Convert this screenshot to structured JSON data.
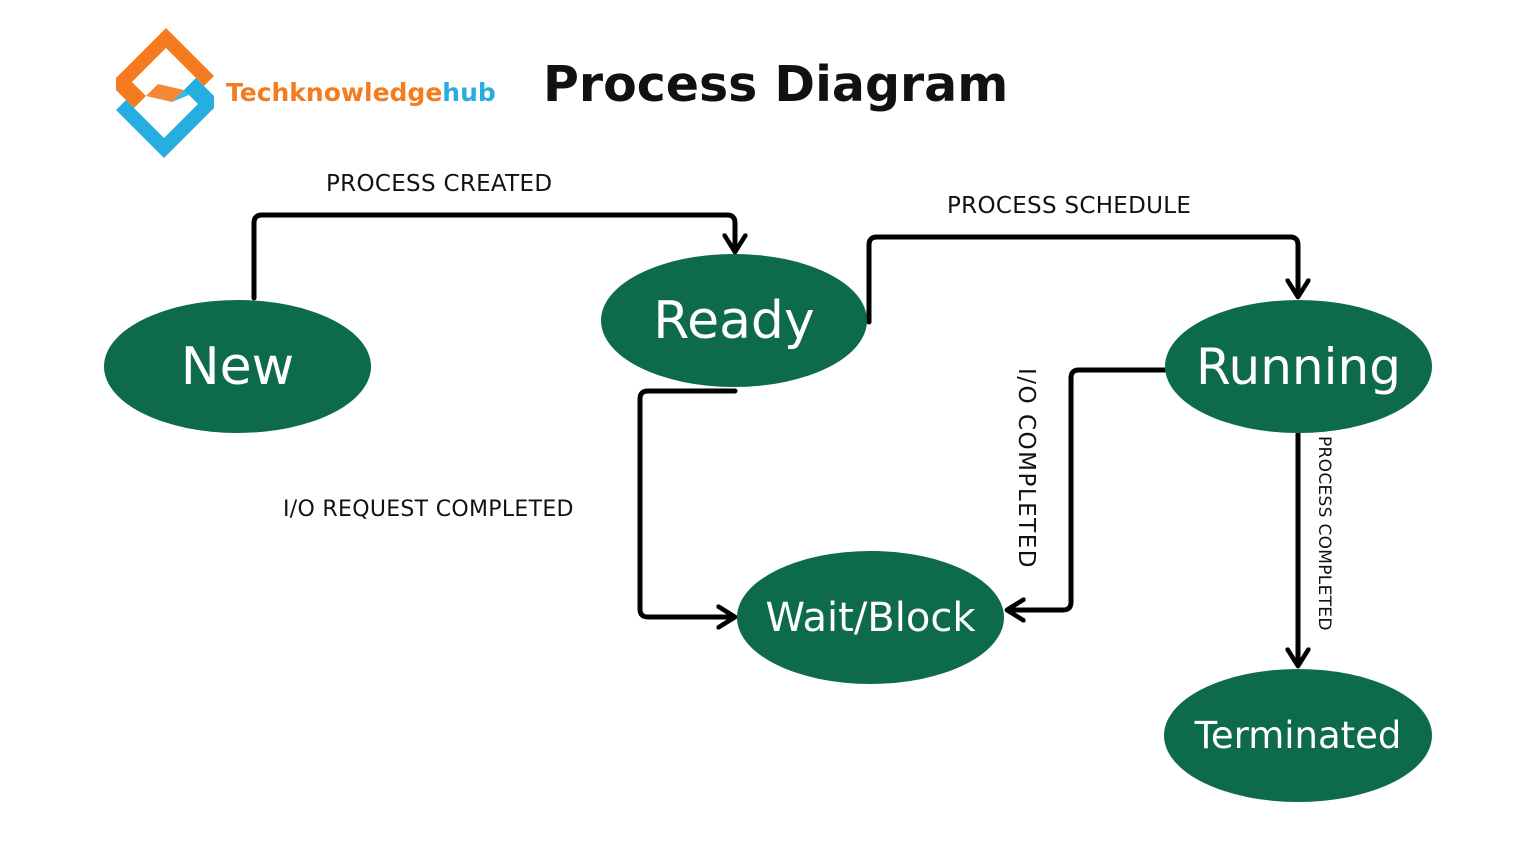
{
  "header": {
    "brand": {
      "part1": "Techknowledge",
      "part2": "hub"
    },
    "title": "Process Diagram"
  },
  "nodes": {
    "new": "New",
    "ready": "Ready",
    "running": "Running",
    "wait_block": "Wait/Block",
    "terminated": "Terminated"
  },
  "edges": {
    "new_to_ready": "PROCESS CREATED",
    "ready_to_running": "PROCESS SCHEDULE",
    "ready_to_wait": "I/O REQUEST COMPLETED",
    "running_to_wait": "I/O  COMPLETED",
    "running_to_terminated": "PROCESS COMPLETED"
  },
  "colors": {
    "node_fill": "#0e6b4a",
    "node_text": "#ffffff",
    "arrow": "#000000",
    "brand_orange": "#f47b20",
    "brand_blue": "#27aee0",
    "title_text": "#111111"
  },
  "icons": {
    "logo": "techknowledgehub-logo-icon"
  }
}
